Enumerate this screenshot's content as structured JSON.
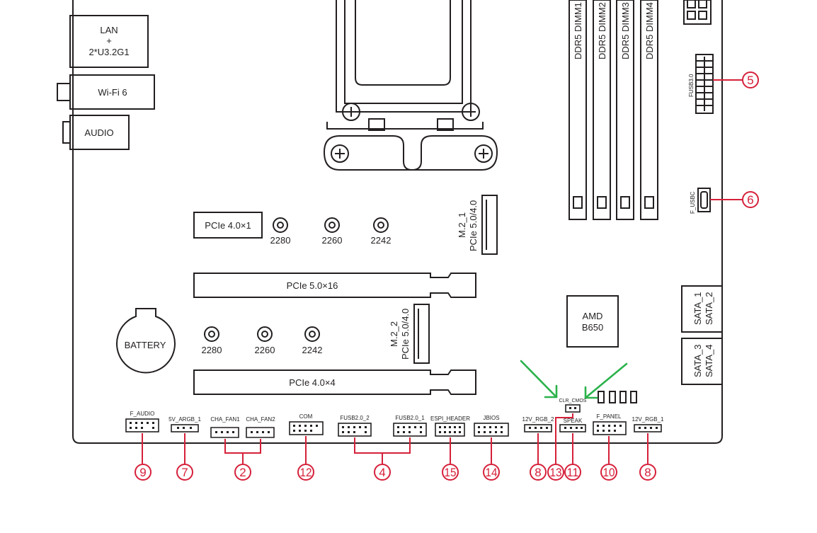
{
  "io": {
    "lan_line1": "LAN",
    "lan_line2": "+",
    "lan_line3": "2*U3.2G1",
    "wifi": "Wi-Fi 6",
    "audio": "AUDIO"
  },
  "memory": {
    "dimm1": "DDR5 DIMM1",
    "dimm2": "DDR5 DIMM2",
    "dimm3": "DDR5 DIMM3",
    "dimm4": "DDR5 DIMM4"
  },
  "right_headers": {
    "fusb3": "FUSB3.0",
    "fusbc": "F_USBC"
  },
  "slots": {
    "pcie_x1": "PCIe 4.0×1",
    "pcie_x16": "PCIe 5.0×16",
    "pcie_x4": "PCIe 4.0×4",
    "m2_1_name": "M.2_1",
    "m2_1_spec": "PCIe 5.0/4.0",
    "m2_2_name": "M.2_2",
    "m2_2_spec": "PCIe 5.0/4.0"
  },
  "standoffs_top": [
    "2280",
    "2260",
    "2242"
  ],
  "standoffs_bottom": [
    "2280",
    "2260",
    "2242"
  ],
  "battery": "BATTERY",
  "chipset": {
    "line1": "AMD",
    "line2": "B650"
  },
  "sata": {
    "a1": "SATA_1",
    "a2": "SATA_2",
    "b1": "SATA_3",
    "b2": "SATA_4"
  },
  "bottom_headers": {
    "f_audio": "F_AUDIO",
    "argb": "5V_ARGB_1",
    "cha_fan1": "CHA_FAN1",
    "cha_fan2": "CHA_FAN2",
    "com": "COM",
    "fusb2_2": "FUSB2.0_2",
    "fusb2_1": "FUSB2.0_1",
    "espi": "ESPI_HEADER",
    "jbios": "JBIOS",
    "rgb2": "12V_RGB_2",
    "clr_cmos": "CLR_CMOS",
    "speak": "SPEAK",
    "f_panel": "F_PANEL",
    "rgb1": "12V_RGB_1"
  },
  "callouts": {
    "n9": "9",
    "n7": "7",
    "n2": "2",
    "n12": "12",
    "n4": "4",
    "n15": "15",
    "n14": "14",
    "n8a": "8",
    "n13": "13",
    "n11": "11",
    "n10": "10",
    "n8b": "8",
    "n5": "5",
    "n6": "6"
  },
  "colors": {
    "line": "#231f20",
    "callout": "#d6203a",
    "arrow": "#2ab24a"
  }
}
